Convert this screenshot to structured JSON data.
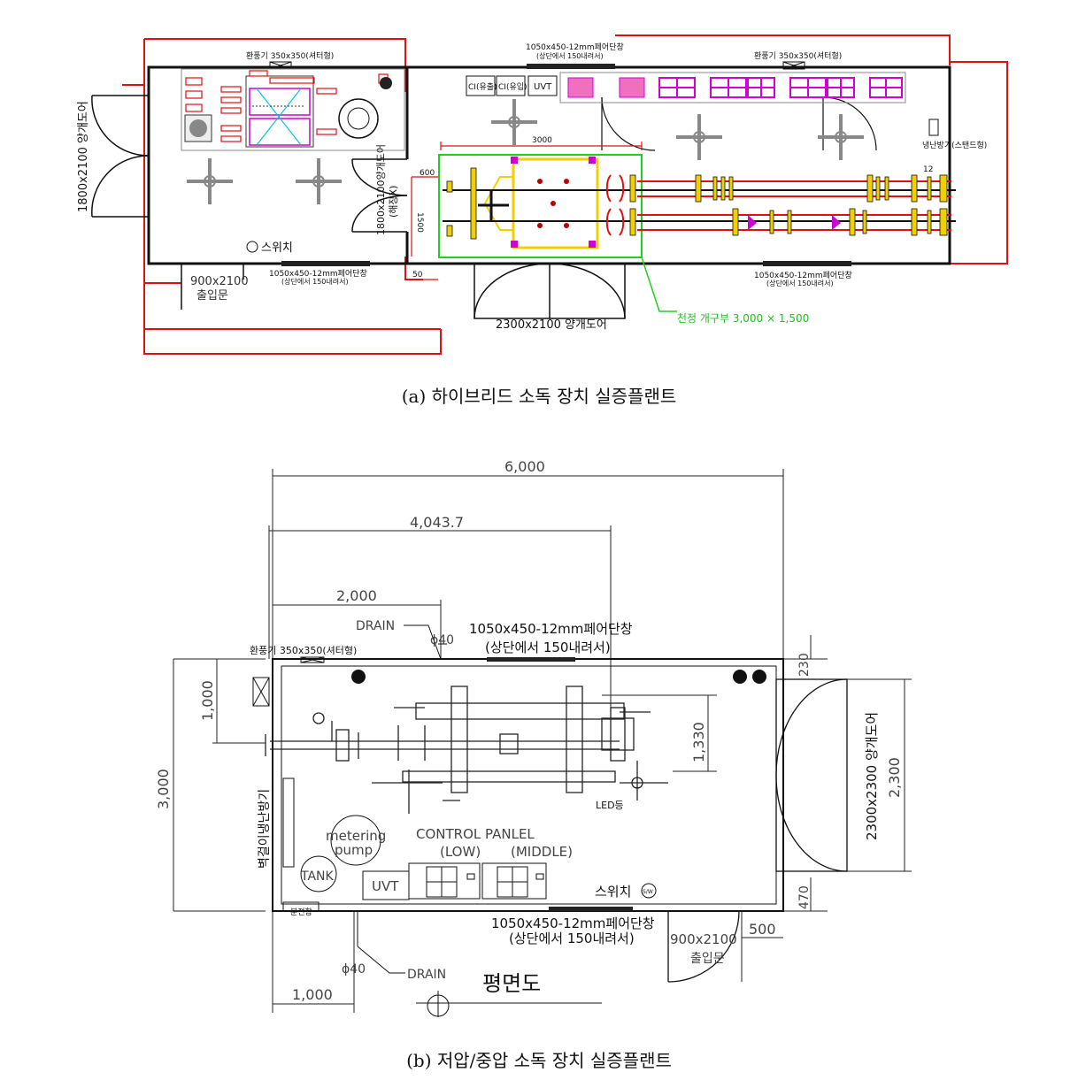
{
  "figure_a": {
    "caption": "(a) 하이브리드 소독 장치 실증플랜트",
    "labels": {
      "vent_left": "환풍기 350x350(셔터형)",
      "vent_right": "환풍기 350x350(셔터형)",
      "window_top": "1050x450-12mm페어단창",
      "window_top_note": "(상단에서 150내려서)",
      "window_bottom_left": "1050x450-12mm페어단창",
      "window_bottom_left_note": "(상단에서 150내려서)",
      "window_bottom_right": "1050x450-12mm페어단창",
      "window_bottom_right_note": "(상단에서 150내려서)",
      "door_left": "1800x2100 양개도어",
      "door_inner": "1800x2100양개도어",
      "door_inner_note": "(해장X)",
      "door_entry_size": "900x2100",
      "door_entry_name": "출입문",
      "door_bottom": "2300x2100 양개도어",
      "switch": "스위치",
      "cooler": "냉난방기(스탠드형)",
      "ci_out": "CI(유출)",
      "ci_in": "CI(유입)",
      "uvt": "UVT",
      "dim_3000": "3000",
      "dim_600": "600",
      "dim_1500": "1500",
      "dim_50": "50",
      "dim_12": "12",
      "opening": "천정 개구부 3,000 × 1,500"
    }
  },
  "figure_b": {
    "caption": "(b) 저압/중압 소독 장치 실증플랜트",
    "labels": {
      "dim_6000": "6,000",
      "dim_4043": "4,043.7",
      "dim_2000": "2,000",
      "dim_1000_left": "1,000",
      "dim_3000": "3,000",
      "dim_1330": "1,330",
      "dim_230": "230",
      "dim_2300": "2,300",
      "dim_470": "470",
      "dim_500": "500",
      "dim_1000_bottom": "1,000",
      "drain_top": "DRAIN",
      "drain_bottom": "DRAIN",
      "phi_top": "ϕ40",
      "phi_bottom": "ϕ40",
      "window_top": "1050x450-12mm페어단창",
      "window_top_note": "(상단에서 150내려서)",
      "window_bottom": "1050x450-12mm페어단창",
      "window_bottom_note": "(상단에서 150내려서)",
      "vent": "환풍기 350x350(셔터형)",
      "wall_cooler": "벽걸이냉난방기",
      "door_right": "2300x2300 양개도어",
      "metering": "metering",
      "pump": "pump",
      "tank": "TANK",
      "control_panel": "CONTROL PANLEL",
      "low": "(LOW)",
      "middle": "(MIDDLE)",
      "uvt": "UVT",
      "switch": "스위치",
      "sw_symbol": "S/W",
      "led": "LED등",
      "door_entry_size": "900x2100",
      "door_entry_name": "출입문",
      "distribution_box": "분전함",
      "plan_title": "평면도"
    }
  }
}
